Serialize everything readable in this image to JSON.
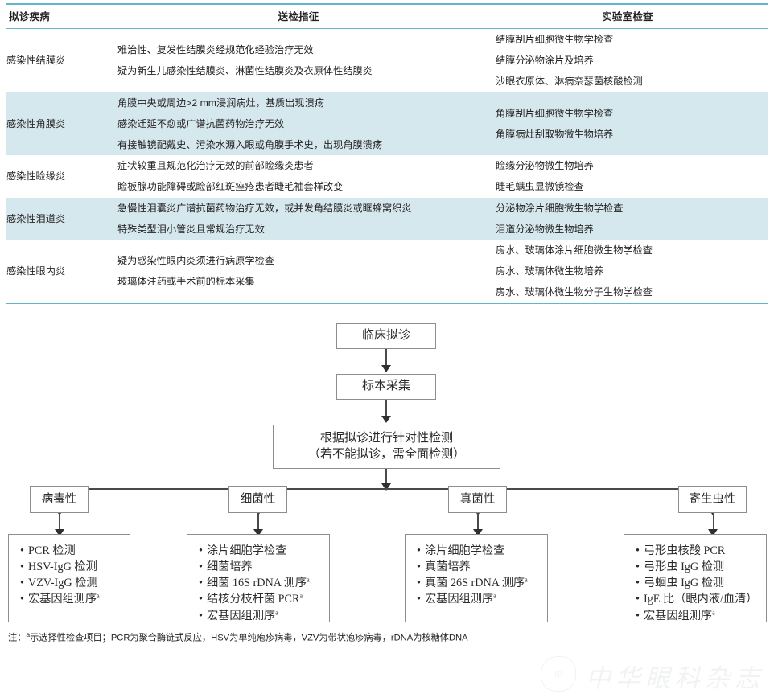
{
  "table": {
    "headers": [
      "拟诊疾病",
      "送检指征",
      "实验室检查"
    ],
    "rows": [
      {
        "shaded": false,
        "disease": "感染性结膜炎",
        "indications": [
          "难治性、复发性结膜炎经规范化经验治疗无效",
          "疑为新生儿感染性结膜炎、淋菌性结膜炎及衣原体性结膜炎"
        ],
        "labs": [
          "结膜刮片细胞微生物学检查",
          "结膜分泌物涂片及培养",
          "沙眼衣原体、淋病奈瑟菌核酸检测"
        ]
      },
      {
        "shaded": true,
        "disease": "感染性角膜炎",
        "indications": [
          "角膜中央或周边>2 mm浸润病灶，基质出现溃疡",
          "感染迁延不愈或广谱抗菌药物治疗无效",
          "有接触镜配戴史、污染水源入眼或角膜手术史，出现角膜溃疡"
        ],
        "labs": [
          "角膜刮片细胞微生物学检查",
          "角膜病灶刮取物微生物培养"
        ]
      },
      {
        "shaded": false,
        "disease": "感染性睑缘炎",
        "indications": [
          "症状较重且规范化治疗无效的前部睑缘炎患者",
          "睑板腺功能障碍或睑部红斑痤疮患者睫毛袖套样改变"
        ],
        "labs": [
          "睑缘分泌物微生物培养",
          "睫毛螨虫显微镜检查"
        ]
      },
      {
        "shaded": true,
        "disease": "感染性泪道炎",
        "indications": [
          "急慢性泪囊炎广谱抗菌药物治疗无效，或并发角结膜炎或眶蜂窝织炎",
          "特殊类型泪小管炎且常规治疗无效"
        ],
        "labs": [
          "分泌物涂片细胞微生物学检查",
          "泪道分泌物微生物培养"
        ]
      },
      {
        "shaded": false,
        "disease": "感染性眼内炎",
        "indications": [
          "疑为感染性眼内炎须进行病原学检查",
          "玻璃体注药或手术前的标本采集"
        ],
        "labs": [
          "房水、玻璃体涂片细胞微生物学检查",
          "房水、玻璃体微生物培养",
          "房水、玻璃体微生物分子生物学检查"
        ]
      }
    ]
  },
  "flow": {
    "step1": "临床拟诊",
    "step2": "标本采集",
    "step3_line1": "根据拟诊进行针对性检测",
    "step3_line2": "（若不能拟诊，需全面检测）",
    "branches": [
      {
        "label": "病毒性",
        "items": [
          "PCR 检测",
          "HSV-IgG 检测",
          "VZV-IgG 检测",
          "宏基因组测序"
        ],
        "marks": [
          false,
          false,
          false,
          true
        ]
      },
      {
        "label": "细菌性",
        "items": [
          "涂片细胞学检查",
          "细菌培养",
          "细菌 16S rDNA 测序",
          "结核分枝杆菌 PCR",
          "宏基因组测序"
        ],
        "marks": [
          false,
          false,
          true,
          true,
          true
        ]
      },
      {
        "label": "真菌性",
        "items": [
          "涂片细胞学检查",
          "真菌培养",
          "真菌 26S rDNA 测序",
          "宏基因组测序"
        ],
        "marks": [
          false,
          false,
          true,
          true
        ]
      },
      {
        "label": "寄生虫性",
        "items": [
          "弓形虫核酸 PCR",
          "弓形虫 IgG 检测",
          "弓蛔虫 IgG 检测",
          "IgE 比（眼内液/血清）",
          "宏基因组测序"
        ],
        "marks": [
          false,
          false,
          false,
          false,
          true
        ]
      }
    ]
  },
  "footnote": {
    "prefix": "注：",
    "sup": "a",
    "text": "示选择性检查项目；PCR为聚合酶链式反应，HSV为单纯疱疹病毒，VZV为带状疱疹病毒，rDNA为核糖体DNA"
  },
  "watermark": {
    "seal": "印",
    "text": "中华眼科杂志"
  },
  "colors": {
    "rule": "#62b4cf",
    "shaded_row": "#d5e8ee",
    "box_border": "#8d8d8d",
    "connector": "#4a4a4a",
    "text": "#231f20"
  }
}
